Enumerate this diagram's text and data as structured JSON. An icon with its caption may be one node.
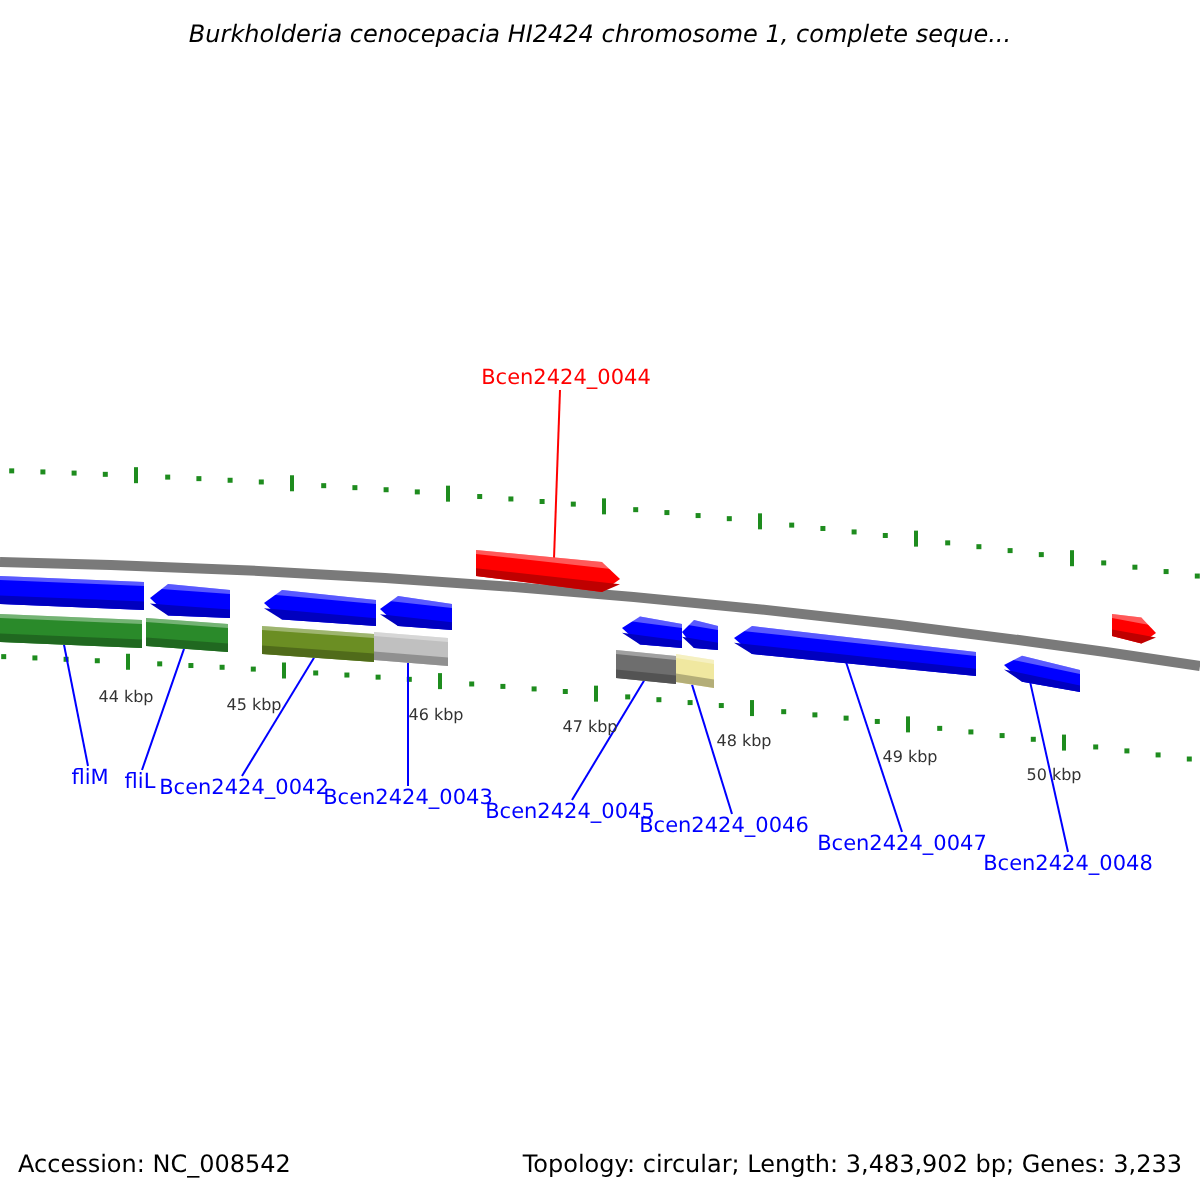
{
  "diagram": {
    "title": "Burkholderia cenocepacia HI2424 chromosome 1, complete seque...",
    "nodes": [
      {
        "text": [
          "Bcen2424_0044"
        ]
      },
      {
        "text": [],
        "shape": "arrow"
      },
      {
        "text": [],
        "shape": "arrow"
      },
      {
        "text": [],
        "shape": "bar"
      },
      {
        "text": [],
        "shape": "arrow"
      },
      {
        "text": [],
        "shape": "arrow"
      },
      {
        "text": [],
        "shape": "arrow"
      },
      {
        "text": [],
        "shape": "arrow"
      },
      {
        "text": [],
        "shape": "arrow"
      },
      {
        "text": [],
        "shape": "arrow"
      },
      {
        "text": [],
        "shape": "arrow"
      },
      {
        "text": [],
        "shape": "bar"
      },
      {
        "text": [],
        "shape": "bar"
      },
      {
        "text": [],
        "shape": "bar"
      },
      {
        "text": [],
        "shape": "bar"
      },
      {
        "text": [],
        "shape": "bar"
      },
      {
        "text": [],
        "shape": "bar"
      },
      {
        "text": [
          "fliM"
        ]
      },
      {
        "text": [
          "fliL"
        ]
      },
      {
        "text": [
          "Bcen2424_0042"
        ]
      },
      {
        "text": [
          "Bcen2424_0043"
        ]
      },
      {
        "text": [
          "Bcen2424_0045"
        ]
      },
      {
        "text": [
          "Bcen2424_0046"
        ]
      },
      {
        "text": [
          "Bcen2424_0047"
        ]
      },
      {
        "text": [
          "Bcen2424_0048"
        ]
      }
    ],
    "edges": [
      {
        "from": 0,
        "to": 1,
        "arrow": "none",
        "color": "#ff0000"
      },
      {
        "from": 17,
        "to": 11,
        "arrow": "none"
      },
      {
        "from": 18,
        "to": 12,
        "arrow": "none"
      },
      {
        "from": 19,
        "to": 13,
        "arrow": "none"
      },
      {
        "from": 20,
        "to": 14,
        "arrow": "none"
      },
      {
        "from": 21,
        "to": 15,
        "arrow": "none"
      },
      {
        "from": 22,
        "to": 16,
        "arrow": "none"
      },
      {
        "from": 23,
        "to": 9,
        "arrow": "none"
      },
      {
        "from": 24,
        "to": 10,
        "arrow": "none"
      }
    ],
    "labels": [
      "44 kbp",
      "45 kbp",
      "46 kbp",
      "47 kbp",
      "48 kbp",
      "49 kbp",
      "50 kbp",
      "Accession: NC_008542",
      "Topology: circular; Length: 3,483,902 bp; Genes: 3,233"
    ]
  }
}
